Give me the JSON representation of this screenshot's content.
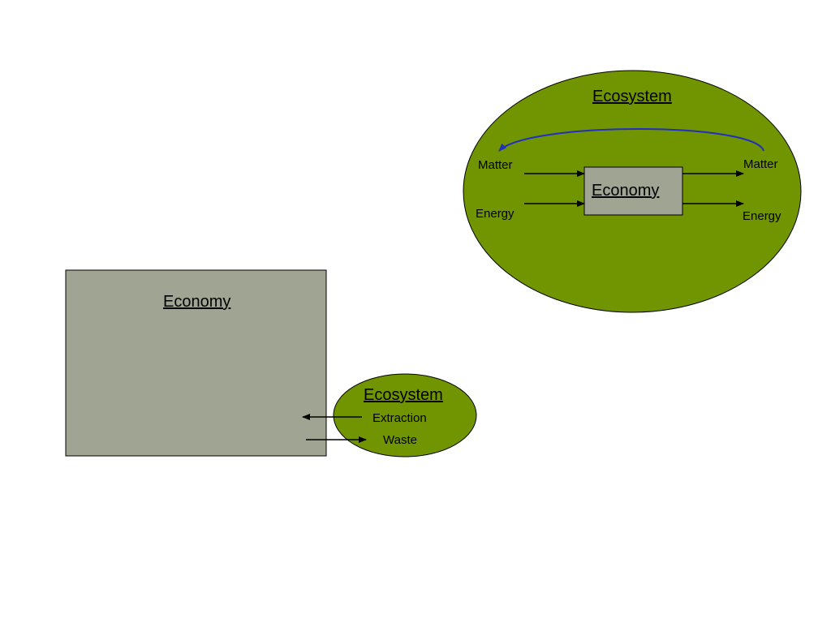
{
  "colors": {
    "ecosystem_fill": "#719500",
    "economy_fill": "#a0a593",
    "cycle_arrow": "#1f2fbf",
    "flow_arrow": "#000000",
    "background": "#ffffff"
  },
  "full_world": {
    "ecosystem_label": "Ecosystem",
    "economy_label": "Economy",
    "inputs": [
      "Matter",
      "Energy"
    ],
    "outputs": [
      "Matter",
      "Energy"
    ]
  },
  "empty_world": {
    "economy_label": "Economy",
    "ecosystem_label": "Ecosystem",
    "extraction_label": "Extraction",
    "waste_label": "Waste"
  }
}
